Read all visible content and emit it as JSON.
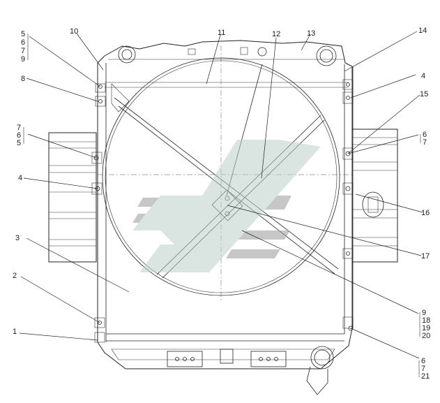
{
  "callouts": {
    "c1": "1",
    "c2": "2",
    "c3": "3",
    "c4a": "4",
    "c4b": "4",
    "c5a": "5",
    "c6a": "6",
    "c7a": "7",
    "c9a": "9",
    "c7b": "7",
    "c6b": "6",
    "c5b": "5",
    "c8": "8",
    "c10": "10",
    "c11": "11",
    "c12": "12",
    "c13": "13",
    "c14": "14",
    "c15": "15",
    "c6c": "6",
    "c7c": "7",
    "c16": "16",
    "c17": "17",
    "c9b": "9",
    "c18": "18",
    "c19": "19",
    "c20": "20",
    "c6d": "6",
    "c7d": "7",
    "c21": "21"
  },
  "colors": {
    "line": "#222222",
    "watermark_gray": "#9a9a9a",
    "watermark_teal": "#bcd0cc"
  }
}
